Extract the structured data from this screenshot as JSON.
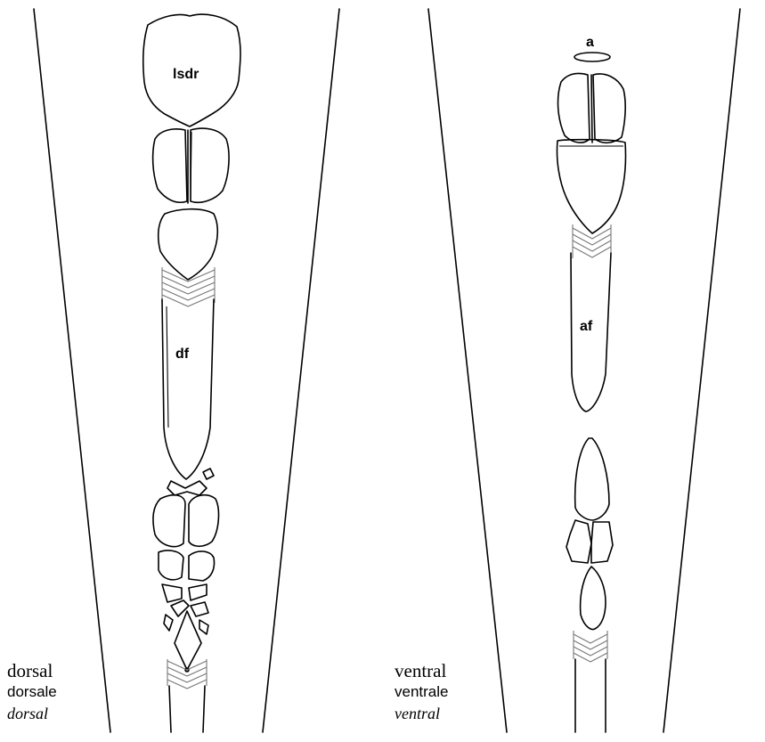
{
  "labels": {
    "lsdr": "lsdr",
    "df": "df",
    "a": "a",
    "af": "af"
  },
  "captions": {
    "dorsal": {
      "line1": "dorsal",
      "line2": "dorsale",
      "line3": "dorsal"
    },
    "ventral": {
      "line1": "ventral",
      "line2": "ventrale",
      "line3": "ventral"
    }
  },
  "colors": {
    "line": "#000000",
    "background": "#ffffff"
  }
}
